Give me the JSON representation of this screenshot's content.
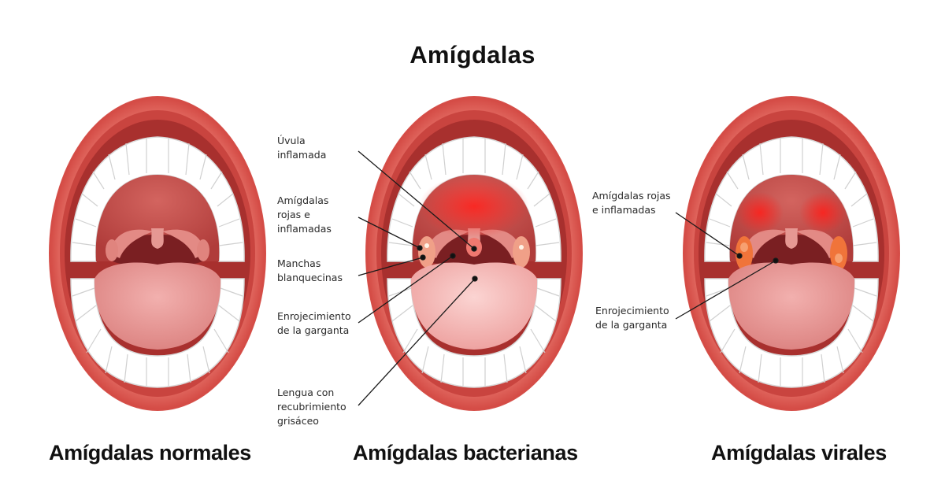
{
  "title": "Amígdalas",
  "panels": [
    {
      "caption": "Amígdalas normales",
      "condition": "normal"
    },
    {
      "caption": "Amígdalas bacterianas",
      "condition": "bacterial"
    },
    {
      "caption": "Amígdalas virales",
      "condition": "viral"
    }
  ],
  "bacterial_labels": [
    {
      "text": "Úvula\ninflamada"
    },
    {
      "text": "Amígdalas\nrojas e\ninflamadas"
    },
    {
      "text": "Manchas\nblanquecinas"
    },
    {
      "text": "Enrojecimiento\nde la garganta"
    },
    {
      "text": "Lengua con\nrecubrimiento\ngrisáceo"
    }
  ],
  "viral_labels": [
    {
      "text": "Amígdalas   rojas\ne inflamadas"
    },
    {
      "text": "Enrojecimiento\nde la garganta"
    }
  ],
  "colors": {
    "lip": "#d9524b",
    "lip_light": "#ee8a80",
    "throat_dark": "#7a1f22",
    "tongue": "#eea3a3",
    "teeth": "#ffffff",
    "inflamed": "#e8302c",
    "tonsil_viral": "#f07a3a"
  }
}
